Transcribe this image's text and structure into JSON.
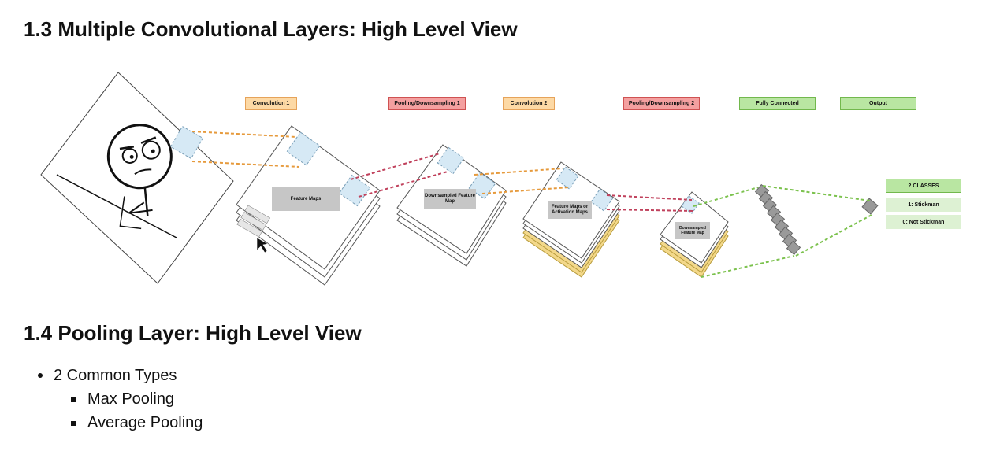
{
  "heading_main": "1.3 Multiple Convolutional Layers: High Level View",
  "heading_pooling": "1.4 Pooling Layer: High Level View",
  "stages": {
    "conv1": "Convolution 1",
    "pool1": "Pooling/Downsampling 1",
    "conv2": "Convolution 2",
    "pool2": "Pooling/Downsampling 2",
    "fc": "Fully Connected",
    "output": "Output"
  },
  "maps": {
    "feature_maps": "Feature Maps",
    "downsampled_1": "Downsampled Feature Map",
    "feature_maps_2": "Feature Maps or Activation Maps",
    "downsampled_2": "Downsampled Feature Map"
  },
  "classes": {
    "header": "2 CLASSES",
    "class_1": "1: Stickman",
    "class_0": "0: Not Stickman"
  },
  "bullets": {
    "item": "2 Common Types",
    "sub1": "Max Pooling",
    "sub2": "Average Pooling"
  },
  "colors": {
    "conv": "#fdd9a5",
    "pool": "#f4a0a0",
    "fc": "#b9e6a2",
    "filter": "#d6e9f5",
    "orange_link": "#e69a3c",
    "red_link": "#c0415c",
    "green_link": "#7cc24e"
  }
}
